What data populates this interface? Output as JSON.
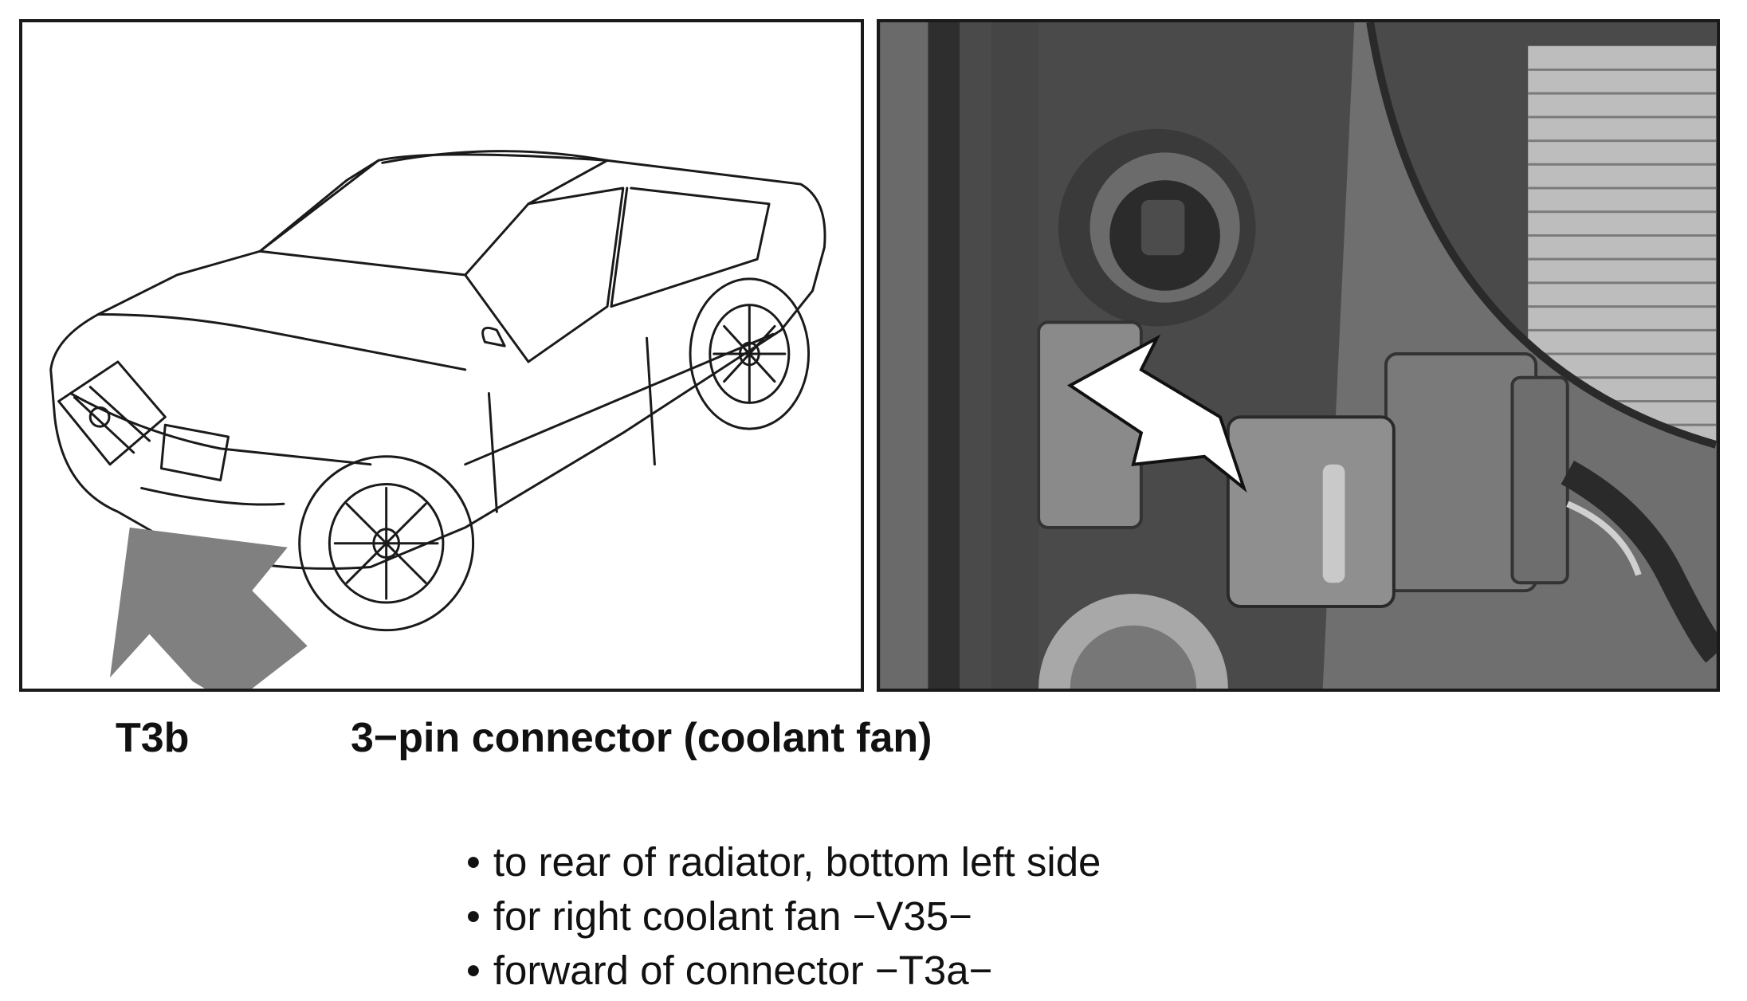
{
  "component": {
    "code": "T3b",
    "title": "3−pin connector (coolant fan)"
  },
  "notes": [
    "to rear of radiator, bottom left side",
    "for right coolant fan −V35−",
    "forward of connector −T3a−"
  ],
  "colors": {
    "locator_arrow": "#808080",
    "pointer_arrow": "#ffffff",
    "photo_background": "#5a5a5a"
  },
  "figures": {
    "left": "car-line-drawing",
    "right": "engine-bay-photo"
  }
}
